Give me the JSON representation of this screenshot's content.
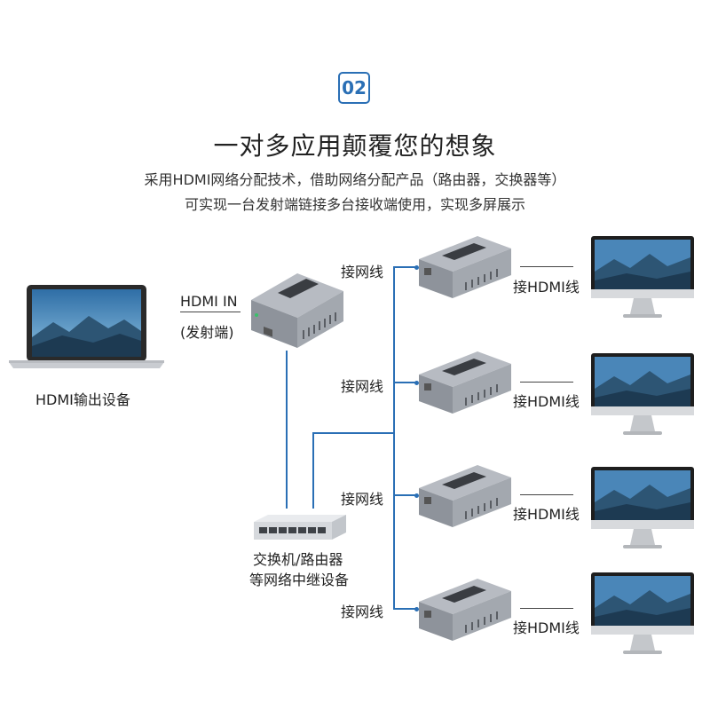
{
  "badge": "02",
  "title": "一对多应用颠覆您的想象",
  "subtitle_line1": "采用HDMI网络分配技术，借助网络分配产品（路由器，交换器等）",
  "subtitle_line2": "可实现一台发射端链接多台接收端使用，实现多屏展示",
  "source": {
    "label": "HDMI输出设备"
  },
  "transmitter": {
    "label_line1": "HDMI  IN",
    "label_line2": "(发射端)"
  },
  "switch": {
    "label_line1": "交换机/路由器",
    "label_line2": "等网络中继设备"
  },
  "receivers": [
    {
      "cable_label": "接网线",
      "hdmi_label": "接HDMI线"
    },
    {
      "cable_label": "接网线",
      "hdmi_label": "接HDMI线"
    },
    {
      "cable_label": "接网线",
      "hdmi_label": "接HDMI线"
    },
    {
      "cable_label": "接网线",
      "hdmi_label": "接HDMI线"
    }
  ],
  "colors": {
    "accent": "#2a6fb5",
    "device_body": "#9ea3ab",
    "screen_sky": "#4a86b8"
  }
}
